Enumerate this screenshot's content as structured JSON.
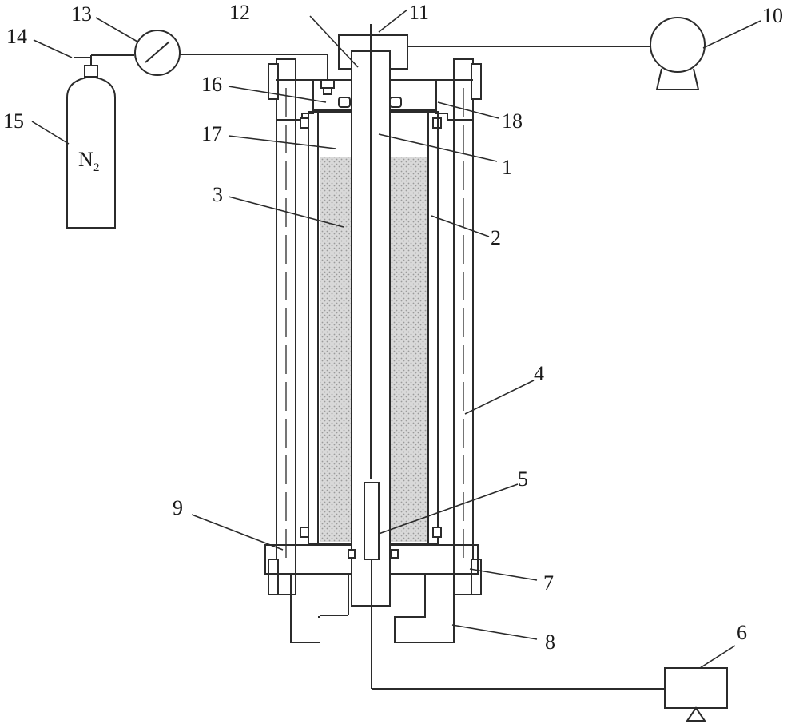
{
  "diagram": {
    "gas_formula": "N",
    "gas_subscript": "2",
    "callouts": {
      "c1": "1",
      "c2": "2",
      "c3": "3",
      "c4": "4",
      "c5": "5",
      "c6": "6",
      "c7": "7",
      "c8": "8",
      "c9": "9",
      "c10": "10",
      "c11": "11",
      "c12": "12",
      "c13": "13",
      "c14": "14",
      "c15": "15",
      "c16": "16",
      "c17": "17",
      "c18": "18"
    }
  }
}
